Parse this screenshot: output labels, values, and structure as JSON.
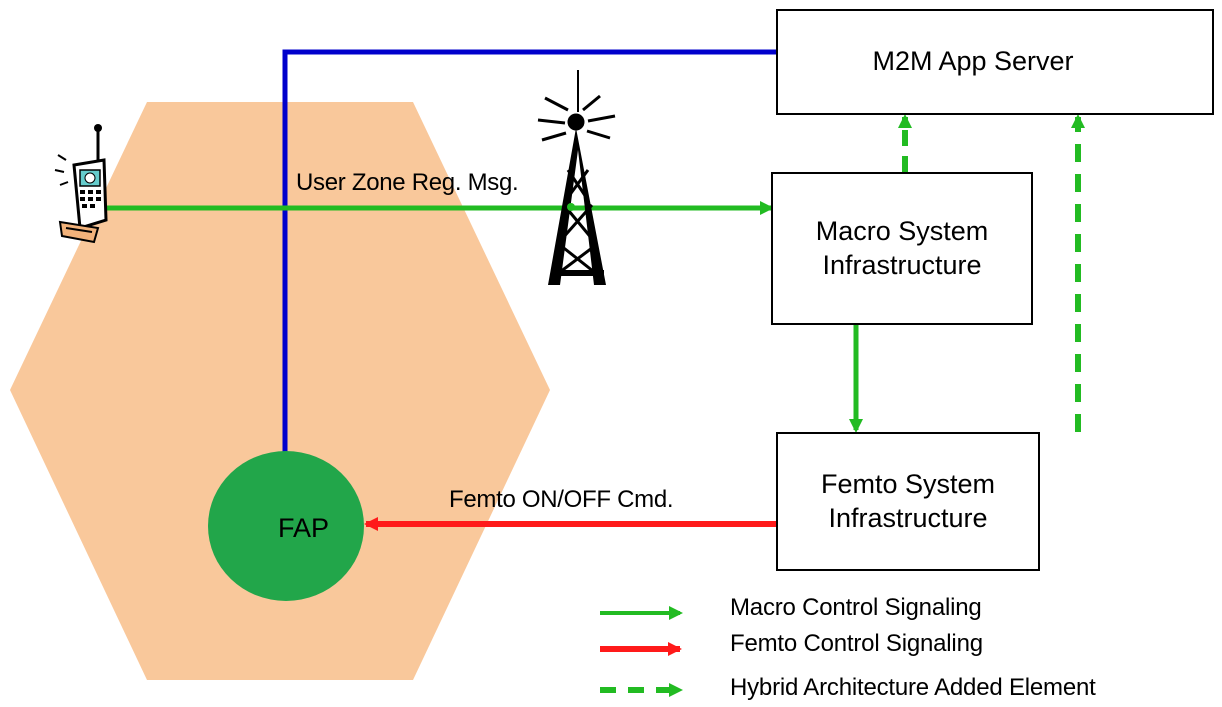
{
  "nodes": {
    "m2m_app_server": "M2M App Server",
    "macro_system": "Macro System\nInfrastructure",
    "femto_system": "Femto System\nInfrastructure",
    "fap": "FAP"
  },
  "messages": {
    "user_zone_reg": "User Zone Reg. Msg.",
    "femto_on_off": "Femto ON/OFF Cmd."
  },
  "legend": {
    "macro": "Macro Control Signaling",
    "femto": "Femto Control Signaling",
    "hybrid": "Hybrid Architecture Added Element"
  },
  "colors": {
    "macro_signal": "#22bb22",
    "femto_signal": "#ff1a1a",
    "backhaul_line": "#0000cc",
    "coverage_area": "#f9c89b",
    "fap_circle": "#22a64a"
  },
  "icons": [
    "mobile-phone-icon",
    "cell-tower-icon"
  ]
}
